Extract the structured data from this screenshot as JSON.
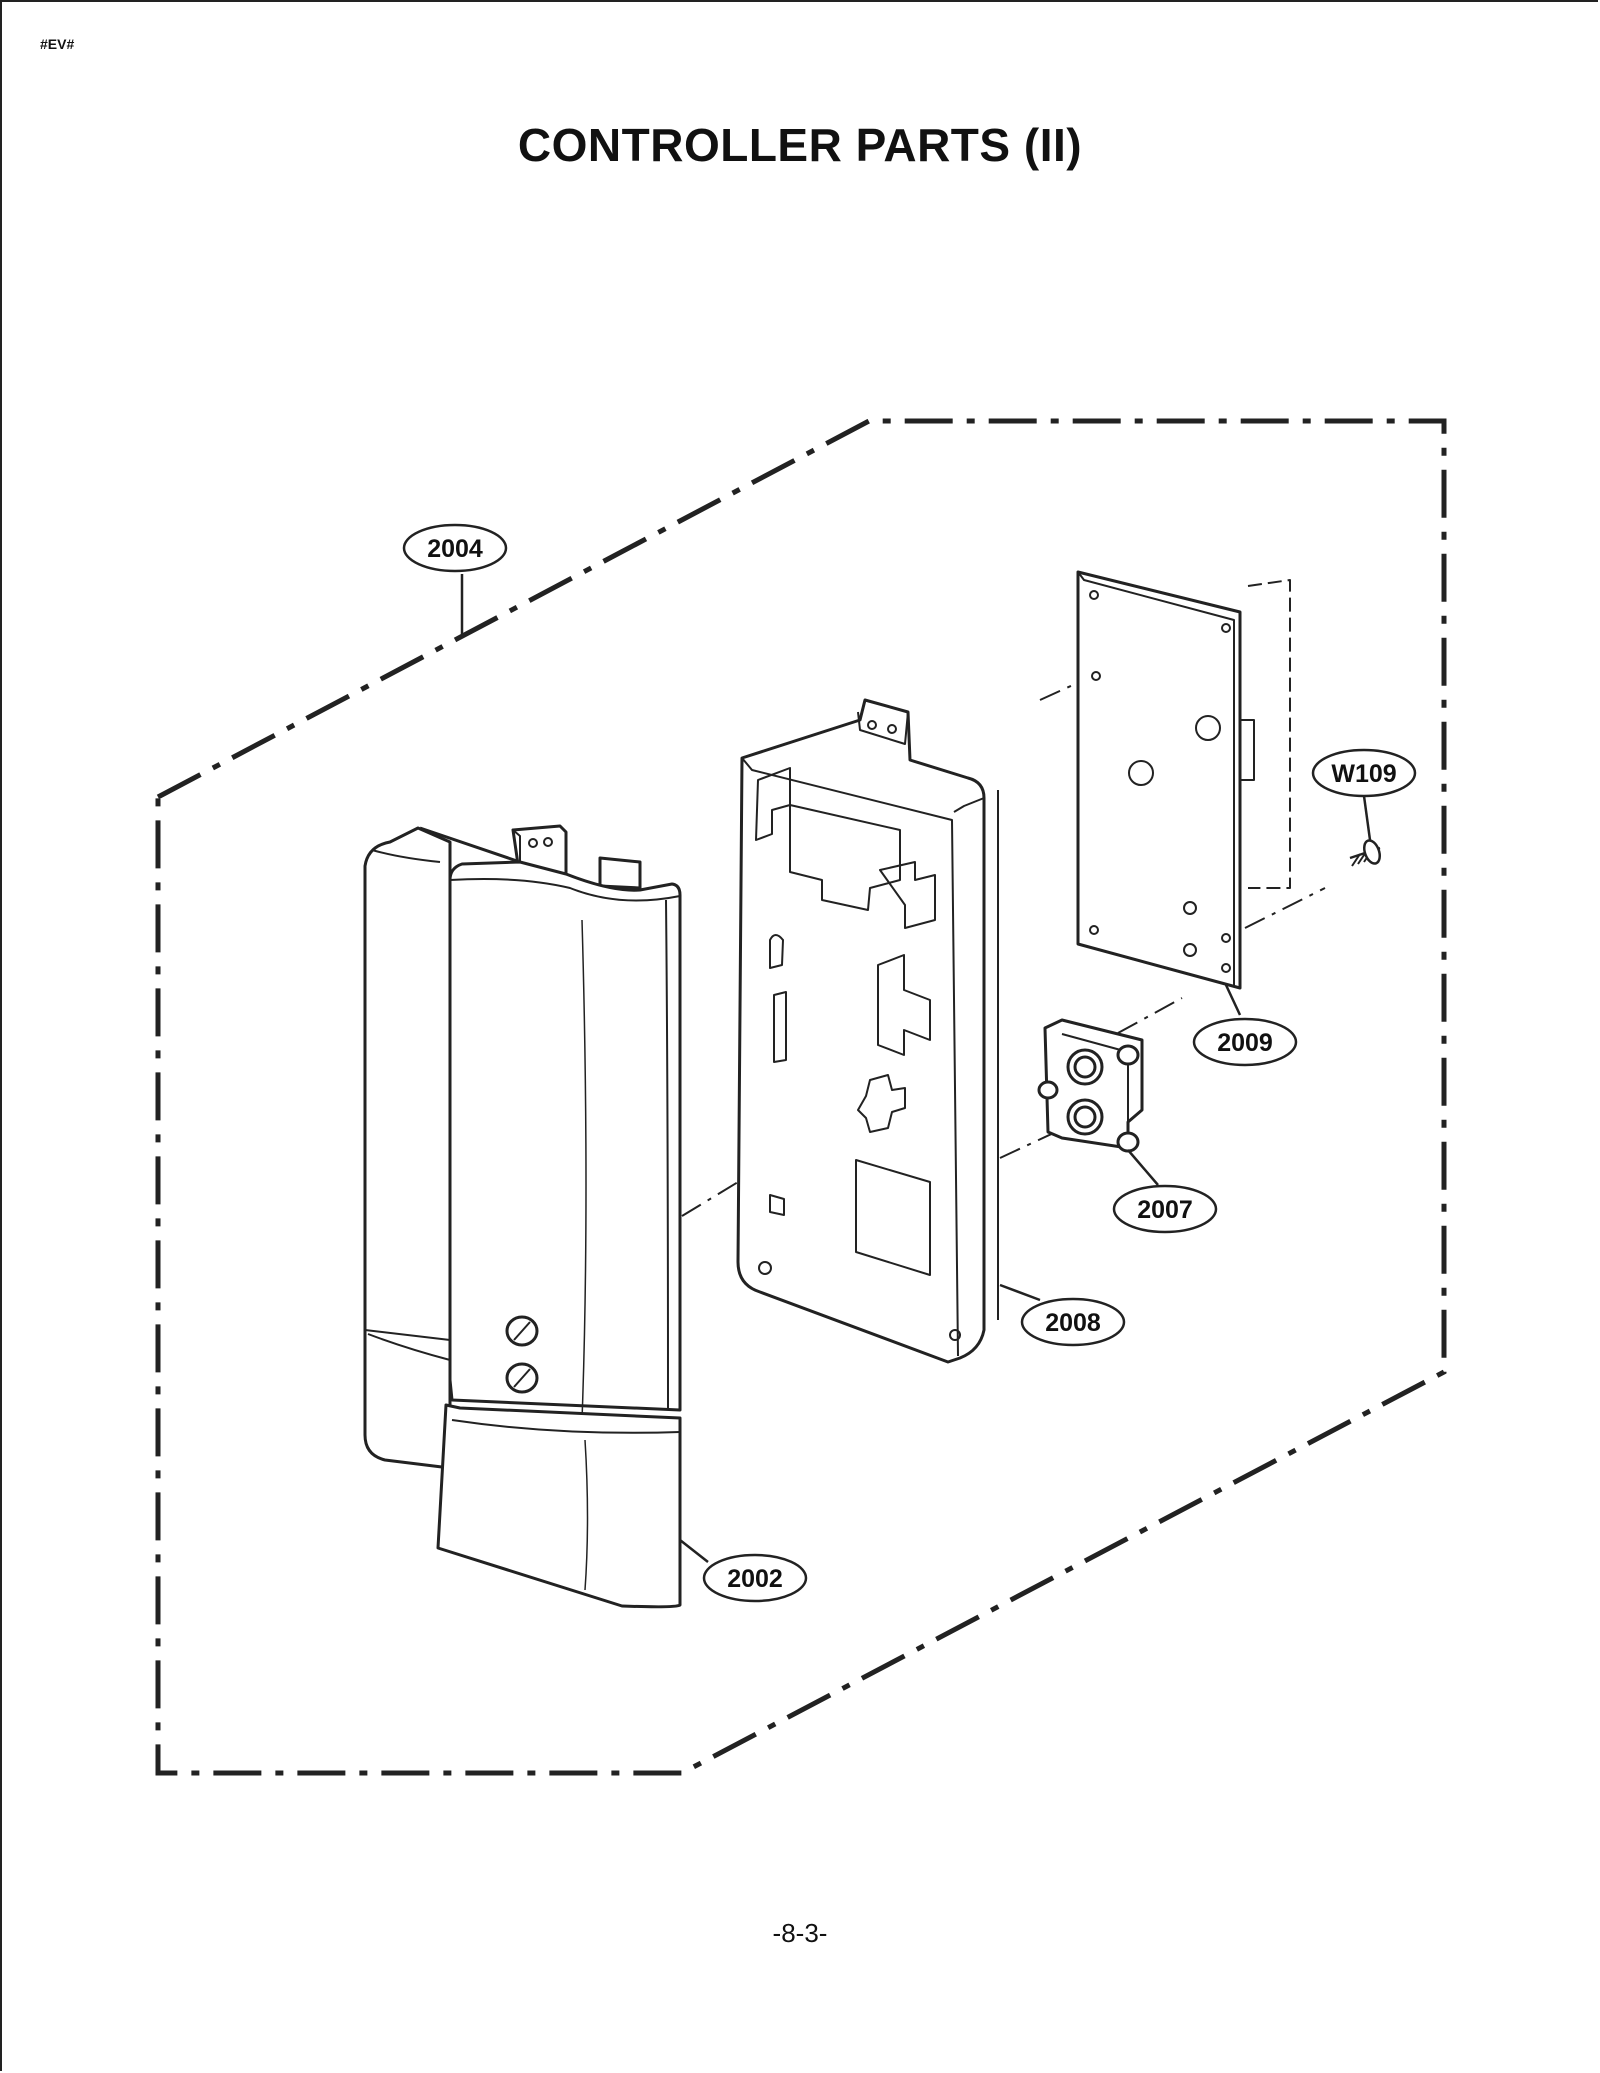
{
  "header": {
    "tag": "#EV#",
    "title": "CONTROLLER PARTS (II)"
  },
  "footer": {
    "page_number": "-8-3-"
  },
  "callouts": {
    "c2004": "2004",
    "cW109": "W109",
    "c2009": "2009",
    "c2007": "2007",
    "c2008": "2008",
    "c2002": "2002"
  }
}
